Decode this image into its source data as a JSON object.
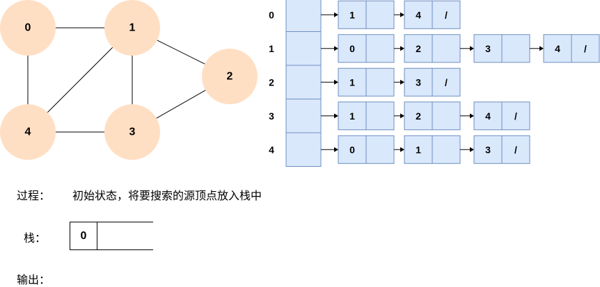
{
  "colors": {
    "node_fill": "#ffdfc4",
    "cell_fill": "#dae8fc",
    "cell_stroke": "#6c8ebf",
    "edge": "#000000"
  },
  "graph": {
    "nodes": [
      {
        "id": "0",
        "label": "0"
      },
      {
        "id": "1",
        "label": "1"
      },
      {
        "id": "2",
        "label": "2"
      },
      {
        "id": "3",
        "label": "3"
      },
      {
        "id": "4",
        "label": "4"
      }
    ],
    "edges": [
      [
        "0",
        "1"
      ],
      [
        "0",
        "4"
      ],
      [
        "1",
        "2"
      ],
      [
        "1",
        "3"
      ],
      [
        "1",
        "4"
      ],
      [
        "2",
        "3"
      ],
      [
        "3",
        "4"
      ]
    ]
  },
  "adjacency": [
    {
      "vertex": "0",
      "neighbors": [
        "1",
        "4"
      ],
      "terminator": "/"
    },
    {
      "vertex": "1",
      "neighbors": [
        "0",
        "2",
        "3",
        "4"
      ],
      "terminator": "/"
    },
    {
      "vertex": "2",
      "neighbors": [
        "1",
        "3"
      ],
      "terminator": "/"
    },
    {
      "vertex": "3",
      "neighbors": [
        "1",
        "2",
        "4"
      ],
      "terminator": "/"
    },
    {
      "vertex": "4",
      "neighbors": [
        "0",
        "1",
        "3"
      ],
      "terminator": "/"
    }
  ],
  "process": {
    "label": "过程：",
    "text": "初始状态，将要搜索的源顶点放入栈中"
  },
  "stack": {
    "label": "栈：",
    "items": [
      "0"
    ]
  },
  "output": {
    "label": "输出："
  }
}
